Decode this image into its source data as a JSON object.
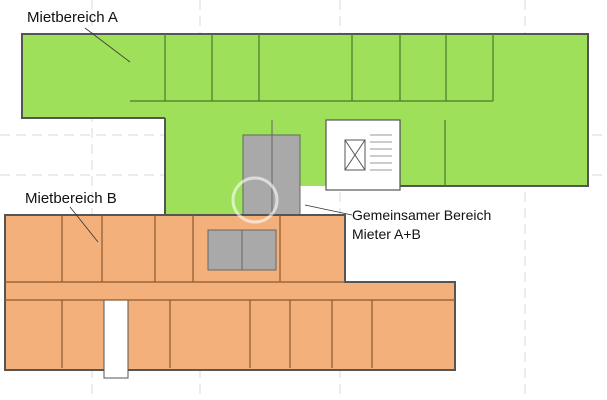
{
  "labels": {
    "area_a": "Mietbereich A",
    "area_b": "Mietbereich B",
    "common_line1": "Gemeinsamer Bereich",
    "common_line2": "Mieter A+B"
  },
  "colors": {
    "area_a": "#9ee05a",
    "area_b": "#f4b07a",
    "common": "#a9a9a9",
    "walls": "#5a5a5a"
  }
}
